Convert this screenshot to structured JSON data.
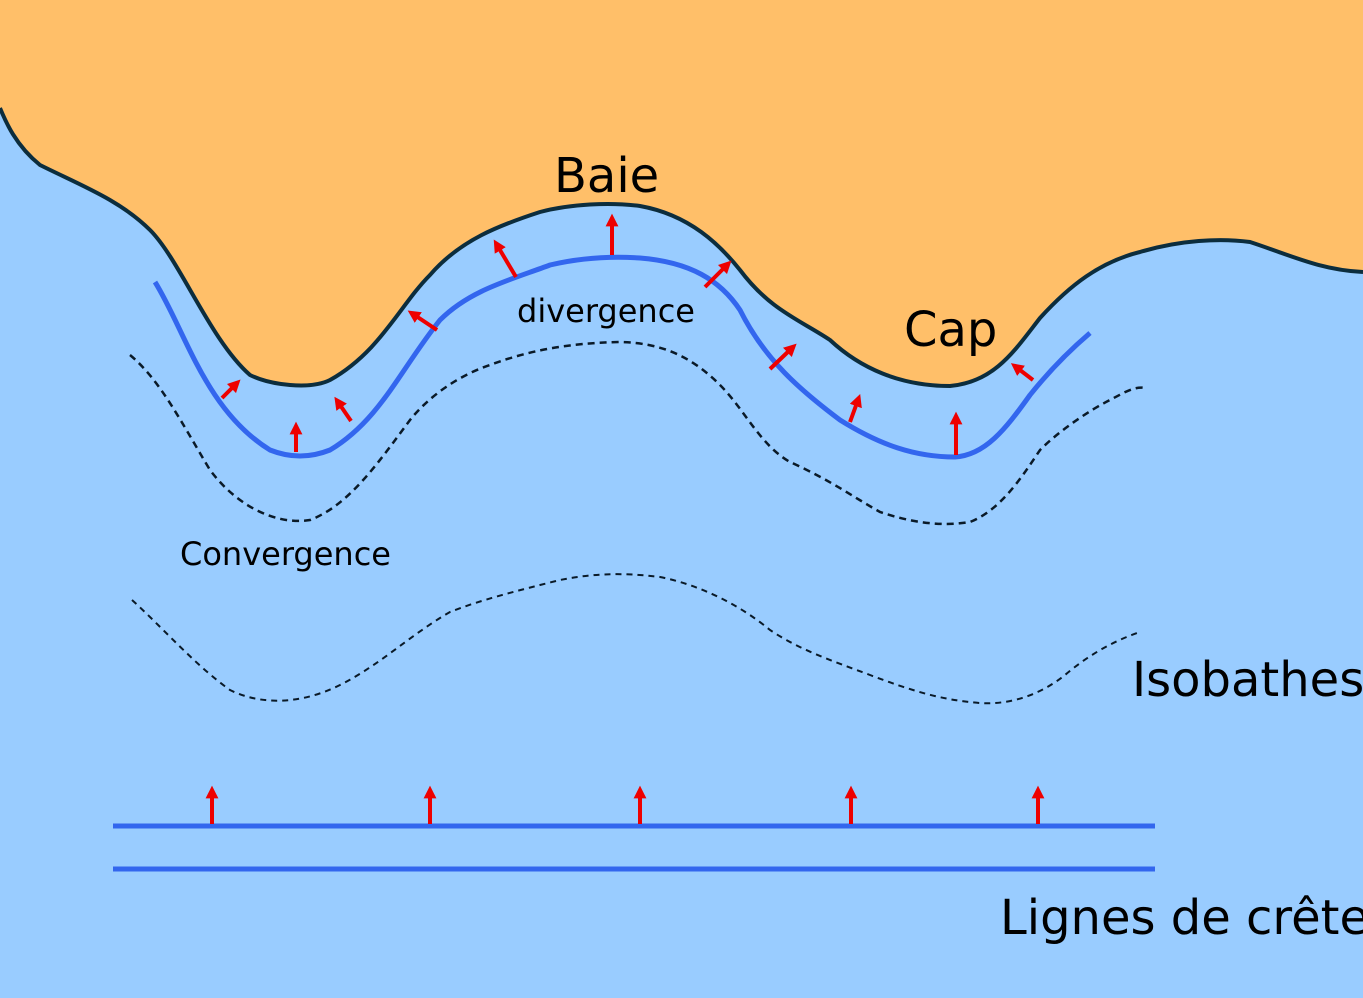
{
  "labels": {
    "bay": "Baie",
    "cape": "Cap",
    "divergence": "divergence",
    "convergence": "Convergence",
    "isobaths": "Isobathes",
    "crest_lines": "Lignes de crête"
  },
  "colors": {
    "sea": "#99ccff",
    "land": "#ffbf69",
    "coastline": "#0c2d3d",
    "wave_crest": "#3366ee",
    "isobath": "#0a1a28",
    "energy_arrow": "#ee0000"
  }
}
